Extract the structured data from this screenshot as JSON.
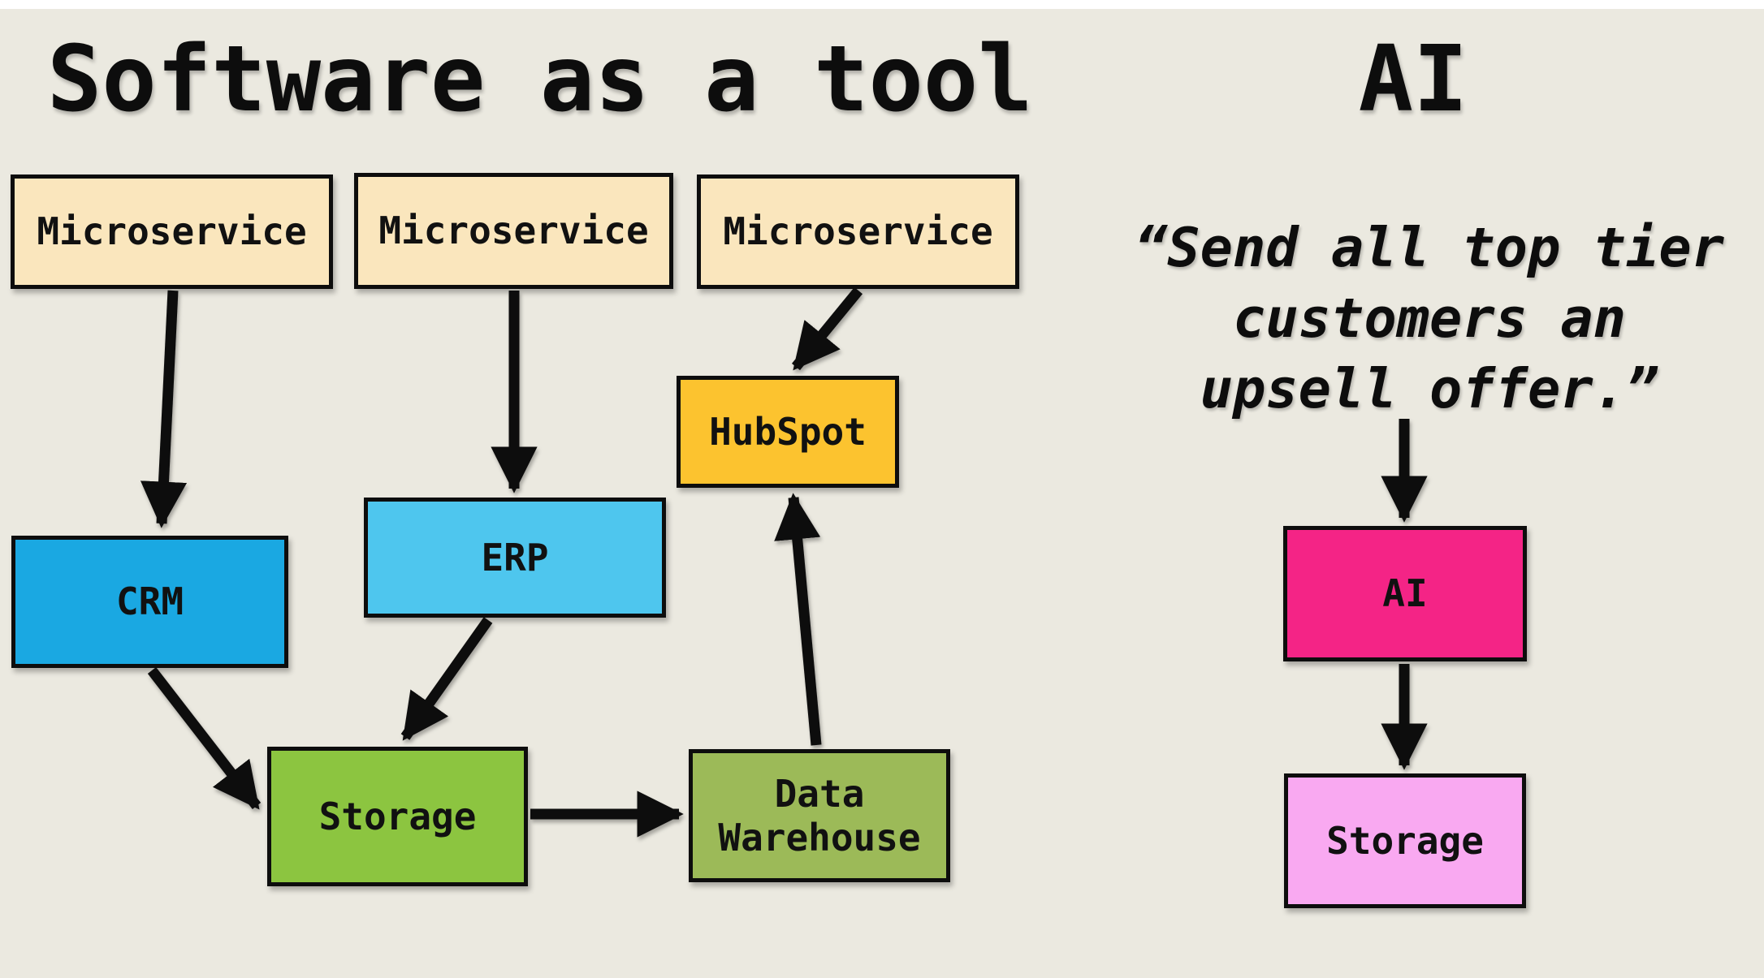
{
  "left": {
    "title": "Software as a tool",
    "nodes": {
      "microservice1": {
        "label": "Microservice",
        "fill": "#FAE6BD"
      },
      "microservice2": {
        "label": "Microservice",
        "fill": "#FAE6BD"
      },
      "microservice3": {
        "label": "Microservice",
        "fill": "#FAE6BD"
      },
      "hubspot": {
        "label": "HubSpot",
        "fill": "#FCC32F"
      },
      "crm": {
        "label": "CRM",
        "fill": "#1AA8E2"
      },
      "erp": {
        "label": "ERP",
        "fill": "#4EC6EE"
      },
      "storage": {
        "label": "Storage",
        "fill": "#8CC540"
      },
      "data_warehouse": {
        "label": "Data Warehouse",
        "fill": "#9CBA58"
      }
    },
    "edges": [
      {
        "from": "microservice1",
        "to": "crm"
      },
      {
        "from": "microservice2",
        "to": "erp"
      },
      {
        "from": "microservice3",
        "to": "hubspot"
      },
      {
        "from": "crm",
        "to": "storage"
      },
      {
        "from": "erp",
        "to": "storage"
      },
      {
        "from": "storage",
        "to": "data_warehouse"
      },
      {
        "from": "data_warehouse",
        "to": "hubspot"
      }
    ]
  },
  "right": {
    "title": "AI",
    "quote_lines": [
      "“Send all top tier",
      "customers an",
      "upsell offer.”"
    ],
    "nodes": {
      "ai": {
        "label": "AI",
        "fill": "#F42486"
      },
      "storage": {
        "label": "Storage",
        "fill": "#F9A9F1"
      }
    },
    "edges": [
      {
        "from": "quote",
        "to": "ai"
      },
      {
        "from": "ai",
        "to": "storage"
      }
    ]
  },
  "colors": {
    "background": "#EBE9E0",
    "top_bar": "#FFFFFF",
    "ink": "#0D0D0D"
  }
}
